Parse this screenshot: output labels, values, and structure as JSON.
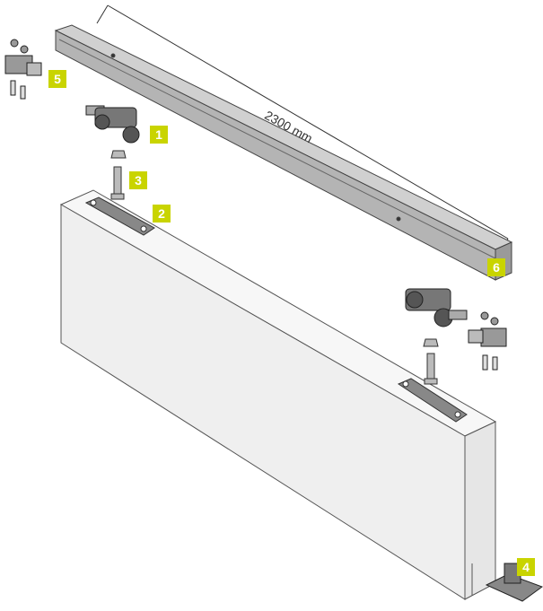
{
  "dimension": {
    "length_label": "2300 mm"
  },
  "callouts": [
    "1",
    "2",
    "3",
    "4",
    "5",
    "6"
  ],
  "colors": {
    "callout": "#c9d400",
    "rail": "#b8b8b8",
    "hardware": "#555555",
    "door": "#f4f4f4"
  }
}
